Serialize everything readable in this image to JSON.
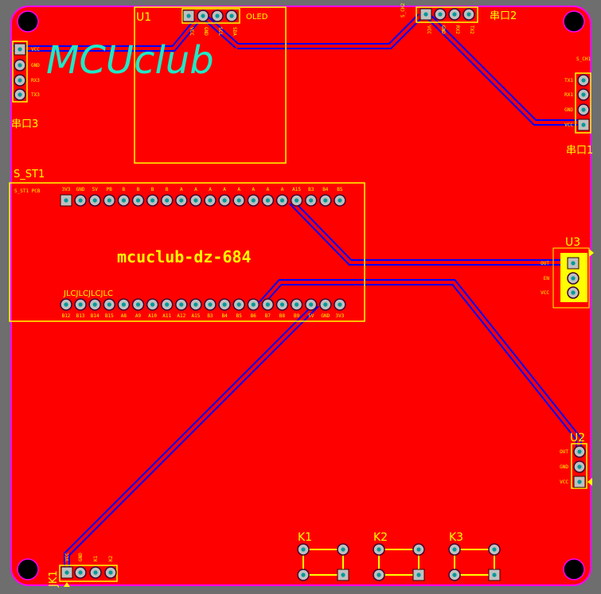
{
  "colors": {
    "board": "#ff0000",
    "outline": "#ff00ff",
    "silk": "#ffff00",
    "trace": "#0000ff",
    "logo": "#1de9c7",
    "pad": "#c0c0c0",
    "drill": "#009999"
  },
  "logo": "MCUclub",
  "u1": {
    "ref": "U1",
    "name": "OLED",
    "pins": [
      "VCC",
      "GND",
      "SCL",
      "SDA"
    ]
  },
  "uart3": {
    "ref": "串口3",
    "pins": [
      "VCC",
      "GND",
      "RX3",
      "TX3"
    ]
  },
  "uart2": {
    "ref": "串口2",
    "small": "S_CH2",
    "pins": [
      "VCC",
      "GND",
      "RX2",
      "TX2"
    ]
  },
  "uart1": {
    "ref": "串口1",
    "small": "S_CH1",
    "pins": [
      "TX1",
      "RX1",
      "GND",
      "VCC"
    ]
  },
  "s_st1": {
    "ref": "S_ST1",
    "title": "mcuclub-dz-684",
    "marking": "JLCJLCJLCJLC",
    "corner": "S_ST1 PCB",
    "top_pins": [
      "3V3",
      "GND",
      "5V",
      "PB",
      "B",
      "B",
      "B",
      "B",
      "A",
      "A",
      "A",
      "A",
      "A",
      "A",
      "A",
      "A",
      "A15",
      "B3",
      "B4",
      "B5"
    ],
    "bottom_pins": [
      "B12",
      "B13",
      "B14",
      "B15",
      "A8",
      "A9",
      "A10",
      "A11",
      "A12",
      "A15",
      "B3",
      "B4",
      "B5",
      "B6",
      "B7",
      "B8",
      "B9",
      "5V",
      "GND",
      "3V3"
    ]
  },
  "u3": {
    "ref": "U3",
    "pins": [
      "OUT",
      "EN",
      "VCC"
    ]
  },
  "u2": {
    "ref": "U2",
    "pins": [
      "OUT",
      "GND",
      "VCC"
    ]
  },
  "jk1": {
    "ref": "JK1",
    "pins": [
      "VCC",
      "GND",
      "K1",
      "K2"
    ]
  },
  "keys": [
    {
      "ref": "K1"
    },
    {
      "ref": "K2"
    },
    {
      "ref": "K3"
    }
  ]
}
